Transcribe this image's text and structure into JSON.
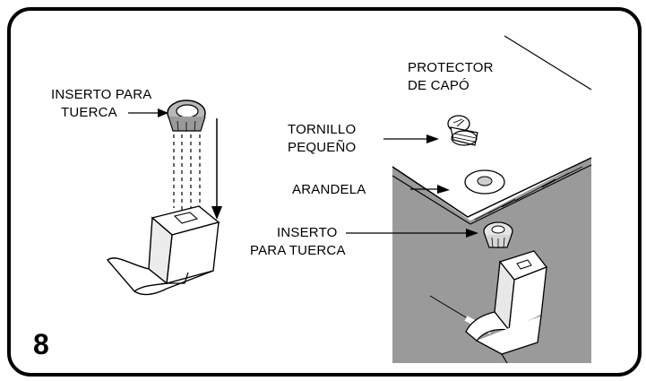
{
  "step_number": "8",
  "labels": {
    "nut_insert_left_line1": "INSERTO PARA",
    "nut_insert_left_line2": "TUERCA",
    "hood_protector_line1": "PROTECTOR",
    "hood_protector_line2": "DE CAPÓ",
    "small_screw_line1": "TORNILLO",
    "small_screw_line2": "PEQUEÑO",
    "washer": "ARANDELA",
    "nut_insert_right_line1": "INSERTO",
    "nut_insert_right_line2": "PARA TUERCA"
  },
  "colors": {
    "panel_gray": "#9a9a9a",
    "line": "#000000",
    "background": "#ffffff"
  }
}
